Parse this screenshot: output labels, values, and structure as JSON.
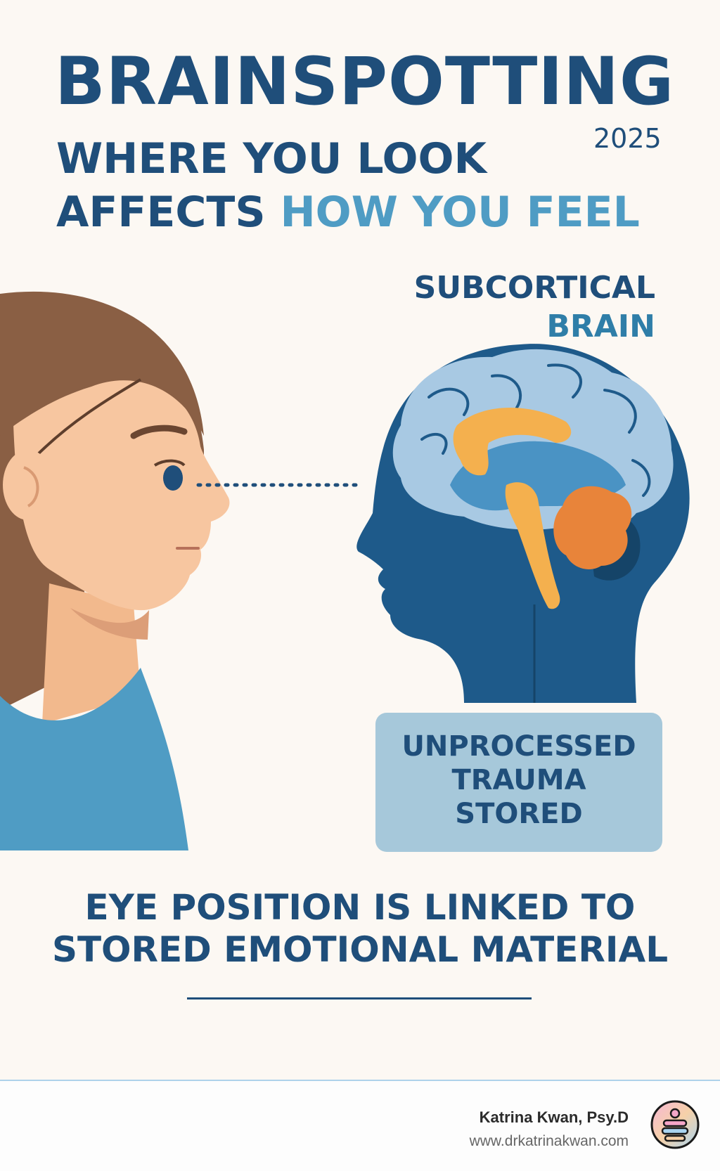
{
  "header": {
    "title": "BRAINSPOTTING",
    "year": "2025",
    "subtitle_line1": "WHERE YOU LOOK",
    "subtitle_line2_part1": "AFFECTS",
    "subtitle_line2_part2": "HOW YOU FEEL"
  },
  "illustration": {
    "brain_label_line1": "SUBCORTICAL",
    "brain_label_line2": "BRAIN",
    "trauma_box": {
      "line1": "UNPROCESSED",
      "line2": "TRAUMA",
      "line3": "STORED"
    }
  },
  "statement": {
    "line1": "EYE POSITION IS LINKED TO",
    "line2": "STORED EMOTIONAL MATERIAL"
  },
  "footer": {
    "author": "Katrina Kwan, Psy.D",
    "website": "www.drkatrinakwan.com"
  },
  "colors": {
    "navy": "#1f4e7a",
    "accent_blue": "#4f9cc4",
    "background": "#fcf8f3",
    "trauma_box": "#a6c8da",
    "brain_orange": "#e8843a",
    "brain_yellow": "#f4b04e"
  }
}
